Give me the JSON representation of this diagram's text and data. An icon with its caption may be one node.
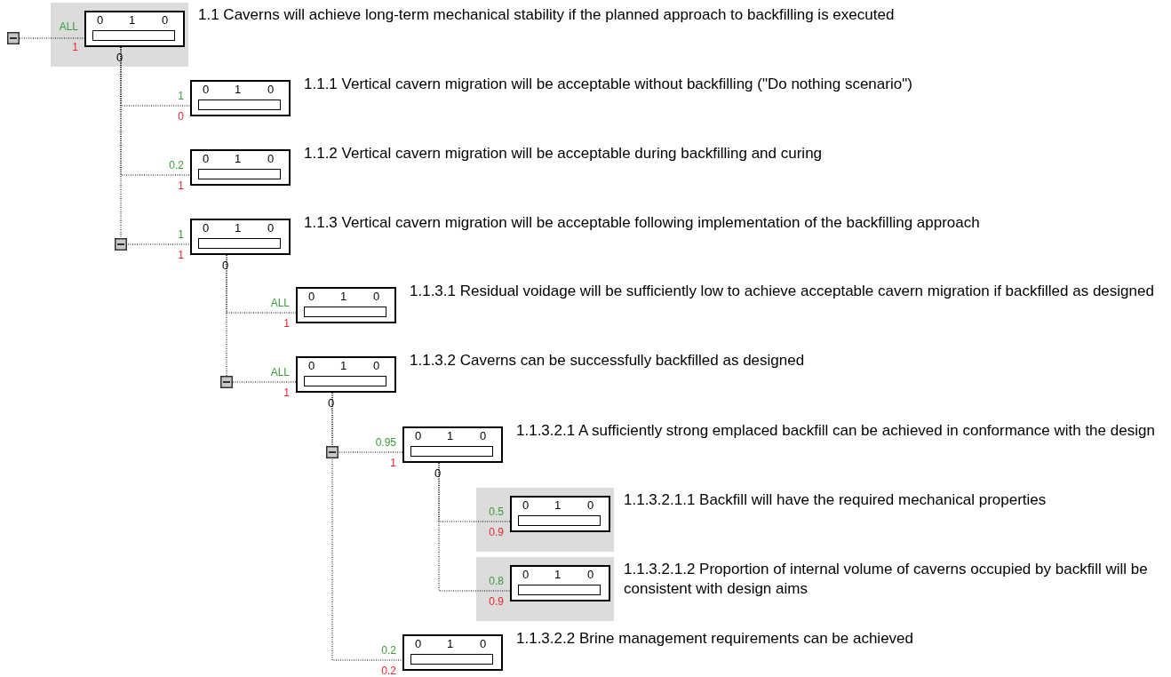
{
  "diagram": {
    "nodes": [
      {
        "text": [],
        "shape": "box"
      },
      {
        "text": [
          "0",
          "1",
          "0"
        ],
        "beside": [
          "ALL",
          "1",
          "1.1 Caverns will achieve long-term mechanical stability if the planned approach to backfilling is executed",
          "0"
        ]
      },
      {
        "text": [
          "0",
          "1",
          "0"
        ],
        "beside": [
          "1",
          "0",
          "1.1.1 Vertical cavern migration will be acceptable without backfilling (\"Do nothing scenario\")"
        ]
      },
      {
        "text": [
          "0",
          "1",
          "0"
        ],
        "beside": [
          "0.2",
          "1",
          "1.1.2 Vertical cavern migration will be acceptable during backfilling and curing"
        ]
      },
      {
        "text": [
          "0",
          "1",
          "0"
        ],
        "beside": [
          "1",
          "1",
          "1.1.3 Vertical cavern migration will be acceptable following implementation of the backfilling approach",
          "0"
        ]
      },
      {
        "text": [
          "0",
          "1",
          "0"
        ],
        "beside": [
          "ALL",
          "1",
          "1.1.3.1 Residual voidage will be sufficiently low to achieve acceptable cavern migration if backfilled as designed"
        ]
      },
      {
        "text": [
          "0",
          "1",
          "0"
        ],
        "beside": [
          "ALL",
          "1",
          "1.1.3.2 Caverns can be successfully backfilled as designed",
          "0"
        ]
      },
      {
        "text": [
          "0",
          "1",
          "0"
        ],
        "beside": [
          "0.95",
          "1",
          "1.1.3.2.1 A sufficiently strong emplaced backfill can be achieved in conformance with the design",
          "0"
        ]
      },
      {
        "text": [
          "0",
          "1",
          "0"
        ],
        "beside": [
          "0.5",
          "0.9",
          "1.1.3.2.1.1 Backfill will have the required mechanical properties"
        ]
      },
      {
        "text": [
          "0",
          "1",
          "0"
        ],
        "beside": [
          "0.8",
          "0.9",
          "1.1.3.2.1.2 Proportion of internal volume of caverns occupied by backfill will be consistent with design aims"
        ]
      },
      {
        "text": [
          "0",
          "1",
          "0"
        ],
        "beside": [
          "0.2",
          "0.2",
          "1.1.3.2.2 Brine management requirements can be achieved"
        ]
      }
    ],
    "edges": [
      {
        "from": 0,
        "to": 1,
        "arrow": "none"
      },
      {
        "from": 1,
        "to": 2,
        "arrow": "none"
      },
      {
        "from": 1,
        "to": 3,
        "arrow": "none"
      },
      {
        "from": 1,
        "to": 4,
        "arrow": "none"
      },
      {
        "from": 4,
        "to": 5,
        "arrow": "none"
      },
      {
        "from": 4,
        "to": 6,
        "arrow": "none"
      },
      {
        "from": 6,
        "to": 7,
        "arrow": "none"
      },
      {
        "from": 7,
        "to": 8,
        "arrow": "none"
      },
      {
        "from": 7,
        "to": 9,
        "arrow": "none"
      },
      {
        "from": 6,
        "to": 10,
        "arrow": "none"
      }
    ]
  }
}
